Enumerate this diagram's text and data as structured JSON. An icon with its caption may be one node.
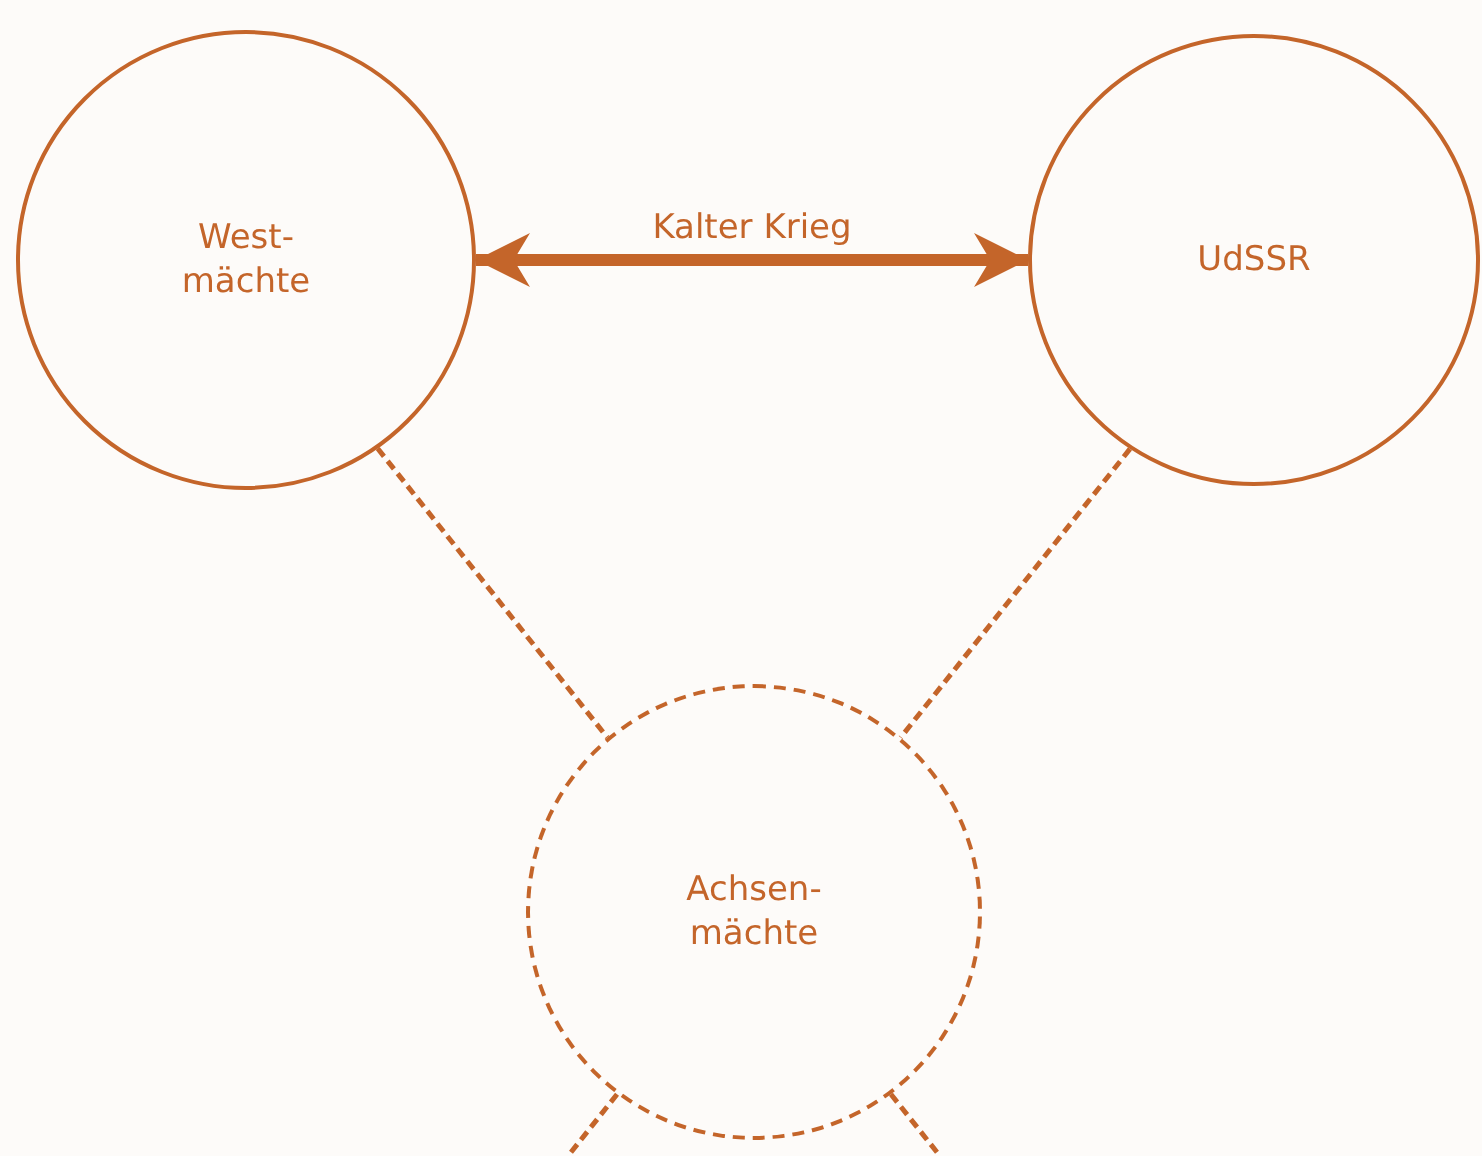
{
  "diagram": {
    "nodes": [
      {
        "text": [
          "West- mächte"
        ]
      },
      {
        "text": [
          "UdSSR"
        ]
      },
      {
        "text": [
          "Achsen- mächte"
        ]
      }
    ],
    "edges": [
      {
        "from": 0,
        "to": 1,
        "arrow": "both",
        "label": "Kalter Krieg",
        "style": "thick"
      },
      {
        "from": 0,
        "to": 2,
        "arrow": "none",
        "style": "dashed"
      },
      {
        "from": 1,
        "to": 2,
        "arrow": "none",
        "style": "dashed"
      }
    ]
  }
}
